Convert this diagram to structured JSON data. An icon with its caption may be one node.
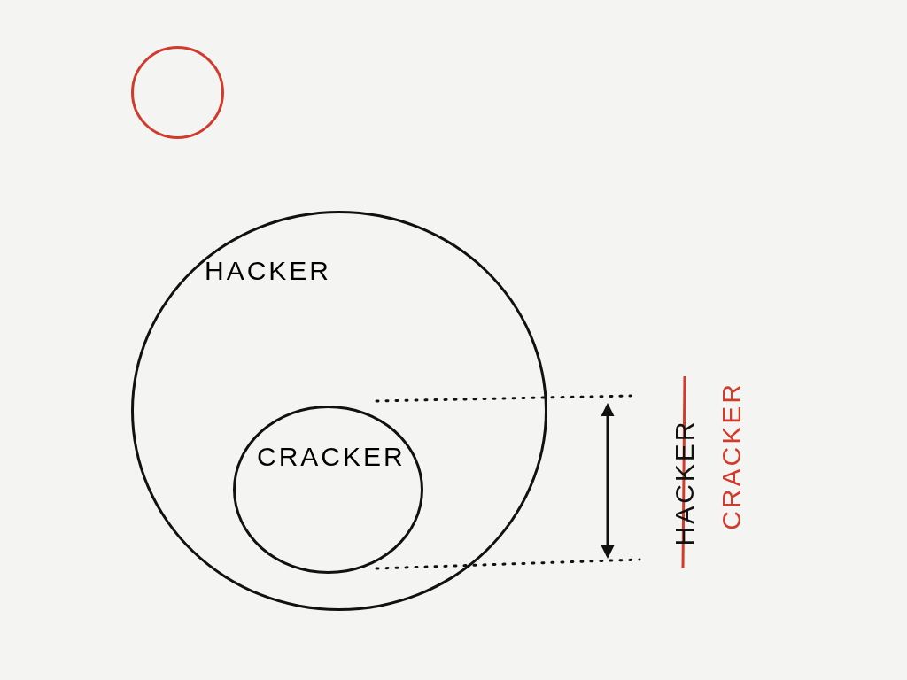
{
  "diagram": {
    "nodes": [
      {
        "text": [],
        "shape": "circle"
      },
      {
        "text": [
          "HACKER"
        ]
      },
      {
        "text": [
          "CRACKER"
        ],
        "in": 1
      }
    ],
    "edges": [],
    "labels": [
      "HACKER",
      "CRACKER"
    ]
  }
}
